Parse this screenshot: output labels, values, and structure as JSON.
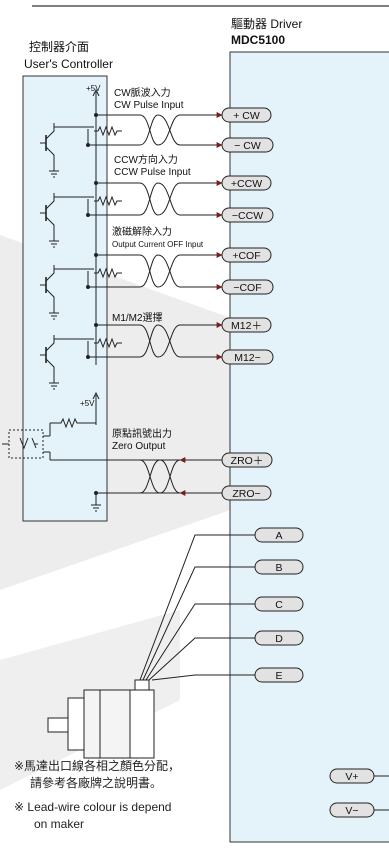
{
  "controller": {
    "title_zh": "控制器介面",
    "title_en": "User's Controller"
  },
  "driver": {
    "title_zh": "驅動器 Driver",
    "model": "MDC5100"
  },
  "supply": {
    "plus5v_top": "+5V",
    "plus5v_zero": "+5V"
  },
  "signals": [
    {
      "name_zh": "CW脈波入力",
      "name_en": "CW Pulse Input",
      "plus_pin": "+ CW",
      "minus_pin": "− CW"
    },
    {
      "name_zh": "CCW方向入力",
      "name_en": "CCW Pulse Input",
      "plus_pin": "+CCW",
      "minus_pin": "−CCW"
    },
    {
      "name_zh": "激磁解除入力",
      "name_en": "Output Current OFF Input",
      "plus_pin": "+COF",
      "minus_pin": "−COF"
    },
    {
      "name_zh": "M1/M2選擇",
      "name_en": "",
      "plus_pin": "M12＋",
      "minus_pin": "M12−"
    }
  ],
  "zero_output": {
    "name_zh": "原點訊號出力",
    "name_en": "Zero Output",
    "plus_pin": "ZRO＋",
    "minus_pin": "ZRO−"
  },
  "motor_pins": [
    "A",
    "B",
    "C",
    "D",
    "E"
  ],
  "power_pins": [
    "V+",
    "V−"
  ],
  "notes": {
    "zh_line1": "※馬達出口線各相之顏色分配，",
    "zh_line2": "請參考各廠牌之說明書。",
    "en_line1": "※ Lead-wire colour is depend",
    "en_line2": "on maker"
  },
  "colors": {
    "panel": "#e4f3fa",
    "pill": "#e2e2e2",
    "arrow": "#7a1d1d",
    "watermark": "#ebebeb"
  }
}
